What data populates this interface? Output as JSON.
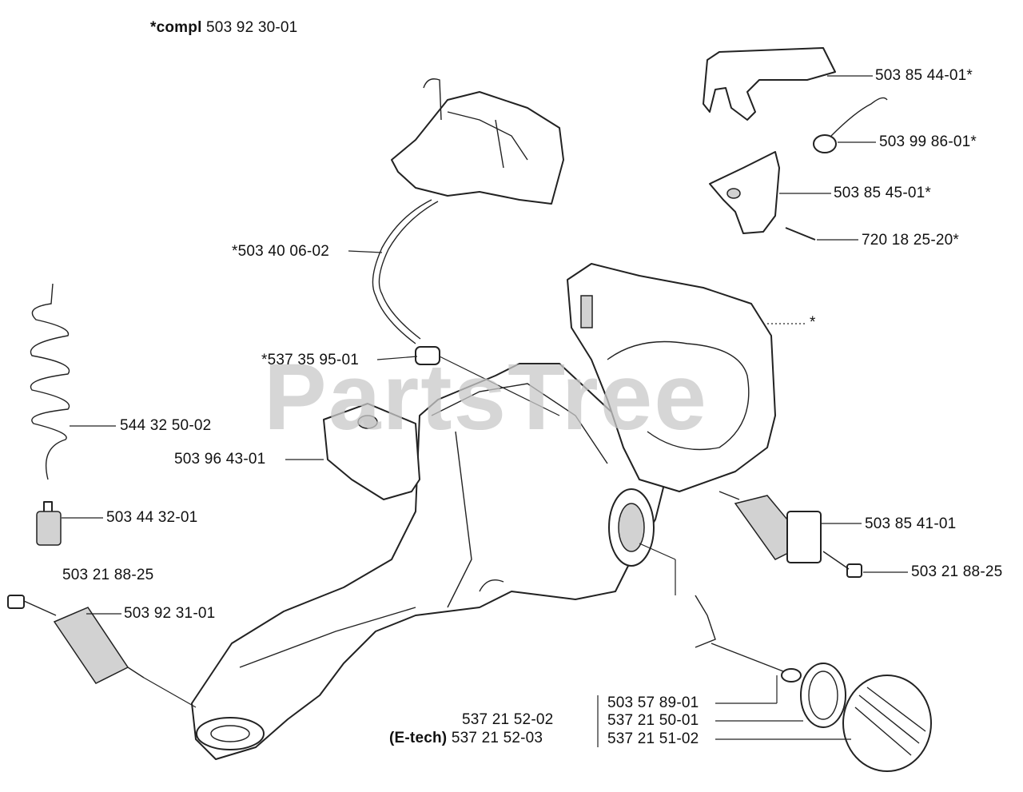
{
  "header": {
    "compl_prefix": "*compl",
    "compl_number": "503 92 30-01"
  },
  "watermark": "PartsTree",
  "labels": {
    "p503854401": "503 85 44-01*",
    "p503998601": "503 99 86-01*",
    "p503854501": "503 85 45-01*",
    "p720182520": "720 18 25-20*",
    "p503400602": "*503 40 06-02",
    "star": "*",
    "p537359501": "*537 35 95-01",
    "p544325002": "544 32 50-02",
    "p503964301": "503 96 43-01",
    "p503443201": "503 44 32-01",
    "p503854101": "503 85 41-01",
    "p503218825_left": "503 21 88-25",
    "p503218825_right": "503 21 88-25",
    "p503923101": "503 92 31-01",
    "p537215202": "537 21 52-02",
    "etech_prefix": "(E-tech)",
    "p537215203": "537 21 52-03",
    "p503578901": "503 57 89-01",
    "p537215001": "537 21 50-01",
    "p537215102": "537 21 51-02"
  }
}
